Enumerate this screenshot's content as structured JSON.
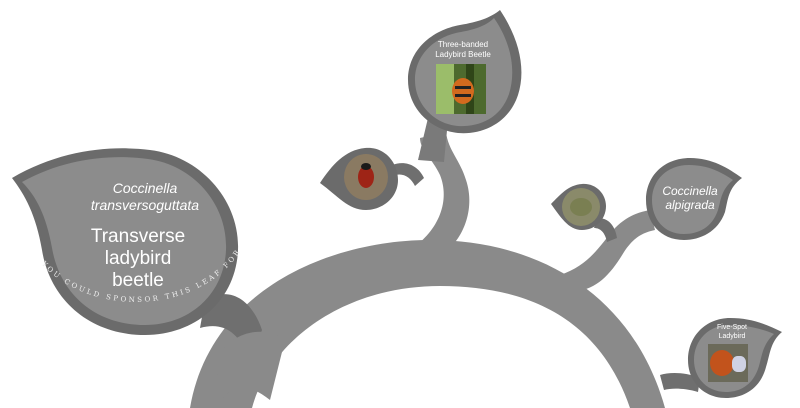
{
  "main_leaf": {
    "scientific_name": "Coccinella transversoguttata",
    "common_name": "Transverse ladybird beetle",
    "sponsor_text": "YOU COULD SPONSOR THIS LEAF FOR A PERSON"
  },
  "leaves": [
    {
      "id": "three-banded",
      "common_name": "Three-banded Ladybird Beetle"
    },
    {
      "id": "alpigrada",
      "scientific_name": "Coccinella alpigrada"
    },
    {
      "id": "five-spot",
      "common_name": "Five-Spot Ladybird"
    }
  ],
  "colors": {
    "trunk": "#8a8a8a",
    "leaf": "#7b7b7b",
    "leaf_inner": "#8e8e8e",
    "text": "#ffffff"
  }
}
